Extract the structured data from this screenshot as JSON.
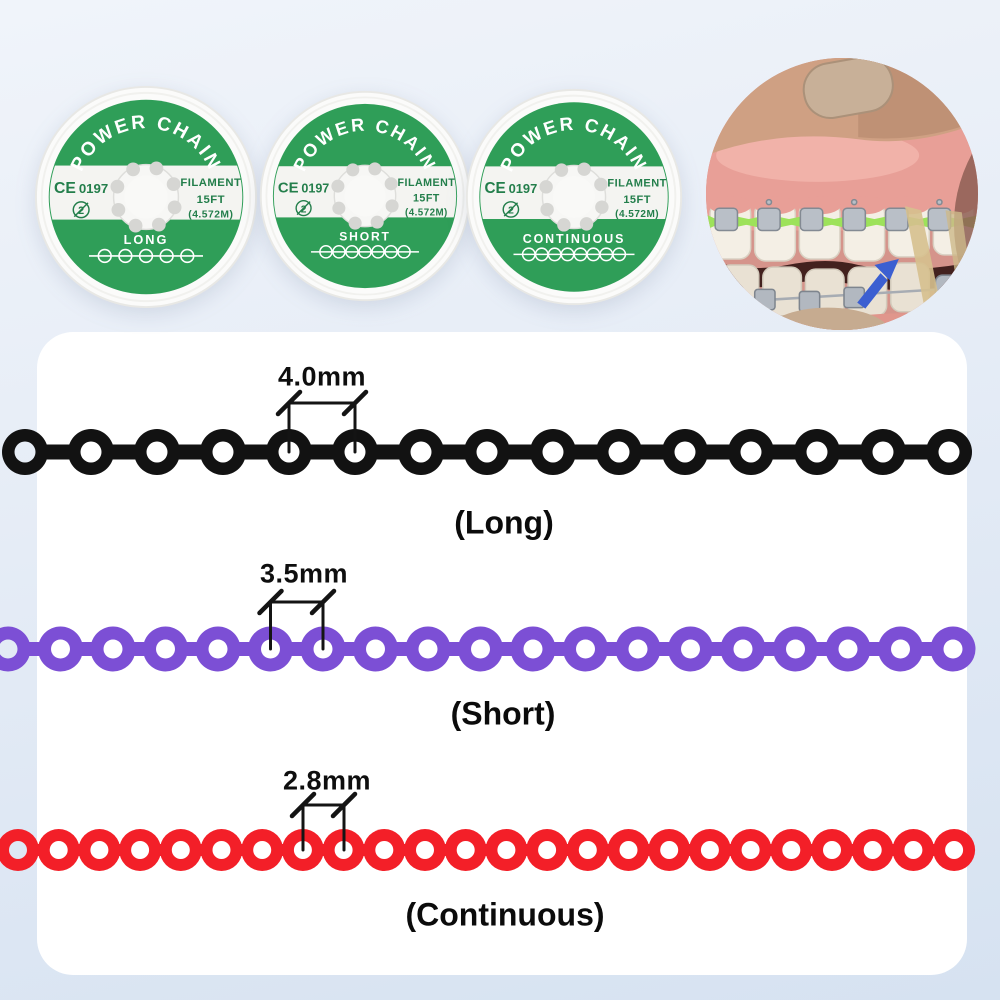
{
  "product": {
    "spools": [
      {
        "title": "POWER CHAIN",
        "ce_mark": "CE",
        "ce_number": "0197",
        "single_use_symbol": "2",
        "filament_line1": "FILAMENT",
        "filament_line2": "15FT",
        "filament_line3": "(4.572M)",
        "size": "LONG"
      },
      {
        "title": "POWER CHAIN",
        "ce_mark": "CE",
        "ce_number": "0197",
        "single_use_symbol": "2",
        "filament_line1": "FILAMENT",
        "filament_line2": "15FT",
        "filament_line3": "(4.572M)",
        "size": "SHORT"
      },
      {
        "title": "POWER CHAIN",
        "ce_mark": "CE",
        "ce_number": "0197",
        "single_use_symbol": "2",
        "filament_line1": "FILAMENT",
        "filament_line2": "15FT",
        "filament_line3": "(4.572M)",
        "size": "CONTINUOUS"
      }
    ]
  },
  "size_chart": {
    "rows": [
      {
        "name": "long",
        "label": "(Long)",
        "measurement": "4.0mm",
        "color": "#121212"
      },
      {
        "name": "short",
        "label": "(Short)",
        "measurement": "3.5mm",
        "color": "#7c4fd5"
      },
      {
        "name": "continuous",
        "label": "(Continuous)",
        "measurement": "2.8mm",
        "color": "#f31f28"
      }
    ],
    "annotation_color": "#141414"
  },
  "colors": {
    "spool_label_green": "#2f9e58",
    "spool_print_green": "#237e4b",
    "card_background": "#ffffff",
    "photo_power_chain_green": "#9de25a",
    "photo_arrow_blue": "#3c5fd1"
  }
}
